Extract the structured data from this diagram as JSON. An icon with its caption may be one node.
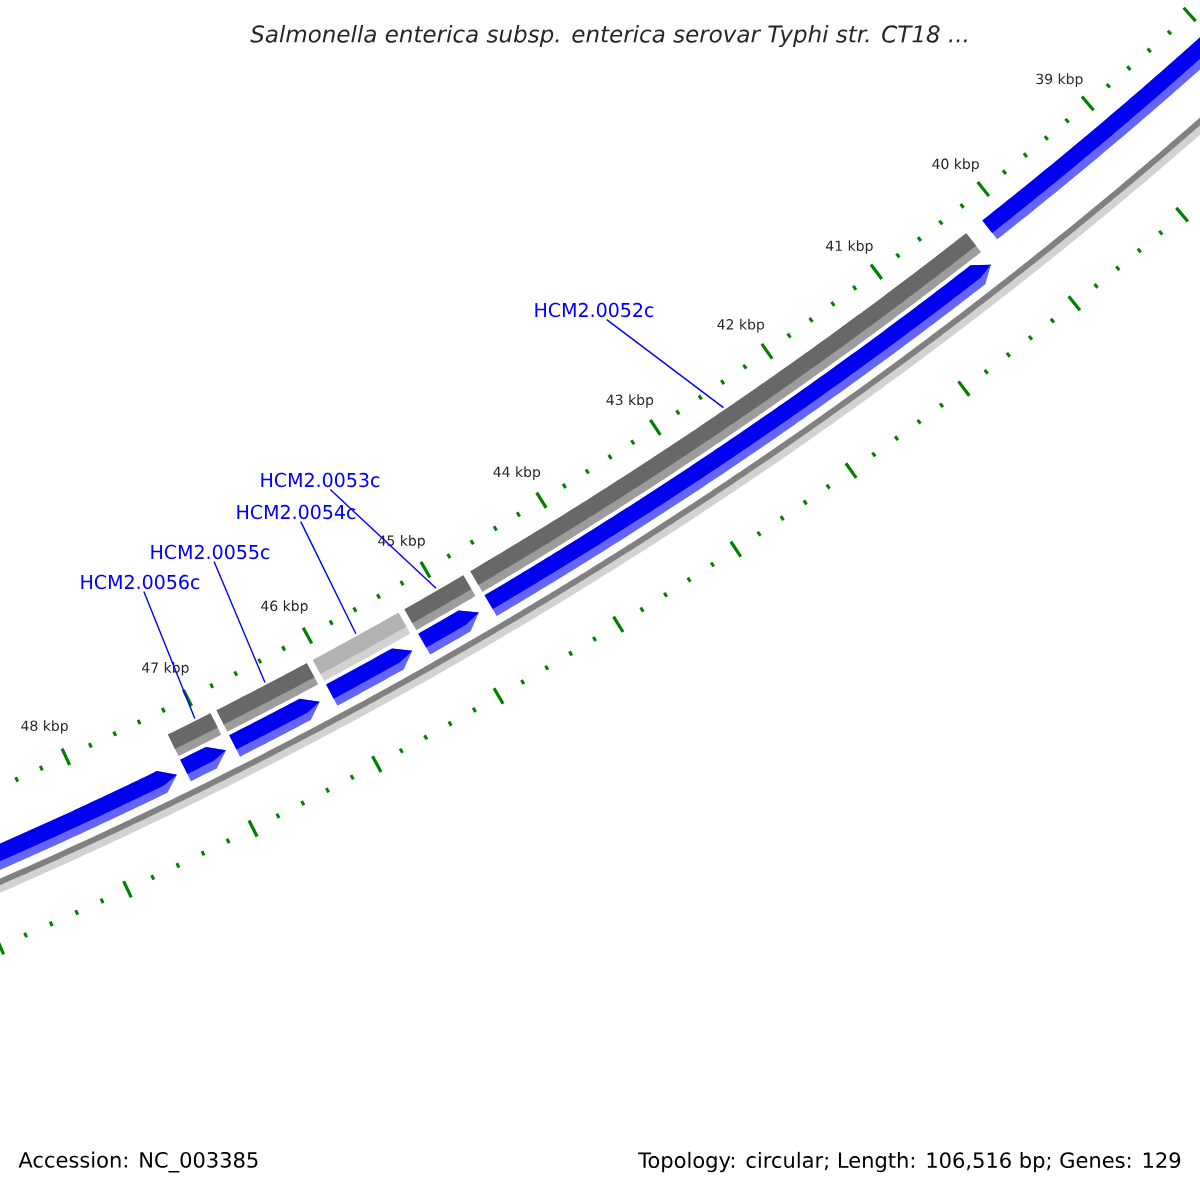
{
  "diagram": {
    "title": "Salmonella enterica subsp. enterica serovar Typhi str. CT18 ...",
    "nodes": [
      {
        "text": [
          "HCM2.0052c"
        ]
      },
      {
        "text": [
          "HCM2.0053c"
        ]
      },
      {
        "text": [
          "HCM2.0054c"
        ]
      },
      {
        "text": [
          "HCM2.0055c"
        ]
      },
      {
        "text": [
          "HCM2.0056c"
        ]
      },
      {
        "text": [],
        "shape": "bar"
      },
      {
        "text": [],
        "shape": "bar"
      },
      {
        "text": [],
        "shape": "bar"
      },
      {
        "text": [],
        "shape": "bar"
      },
      {
        "text": [],
        "shape": "bar"
      }
    ],
    "edges": [
      {
        "from": 0,
        "to": 9,
        "arrow": "none"
      },
      {
        "from": 1,
        "to": 8,
        "arrow": "none"
      },
      {
        "from": 2,
        "to": 7,
        "arrow": "none"
      },
      {
        "from": 3,
        "to": 6,
        "arrow": "none"
      },
      {
        "from": 4,
        "to": 5,
        "arrow": "none"
      }
    ],
    "labels": [
      "39 kbp",
      "40 kbp",
      "41 kbp",
      "42 kbp",
      "43 kbp",
      "44 kbp",
      "45 kbp",
      "46 kbp",
      "47 kbp",
      "48 kbp",
      "Accession: NC_003385",
      "Topology: circular; Length: 106,516 bp; Genes: 129"
    ]
  }
}
